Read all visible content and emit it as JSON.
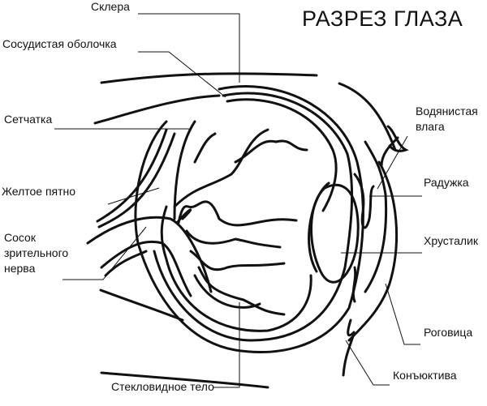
{
  "title": "РАЗРЕЗ ГЛАЗА",
  "labels": {
    "sclera": "Склера",
    "choroid": "Сосудистая оболочка",
    "retina": "Сетчатка",
    "macula": "Желтое пятно",
    "optic_disc_1": "Сосок",
    "optic_disc_2": "зрительного",
    "optic_disc_3": "нерва",
    "vitreous": "Стекловидное тело",
    "aqueous_1": "Водянистая",
    "aqueous_2": "влага",
    "iris": "Радужка",
    "lens": "Хрусталик",
    "cornea": "Роговица",
    "conjunctiva": "Конъюктива"
  }
}
